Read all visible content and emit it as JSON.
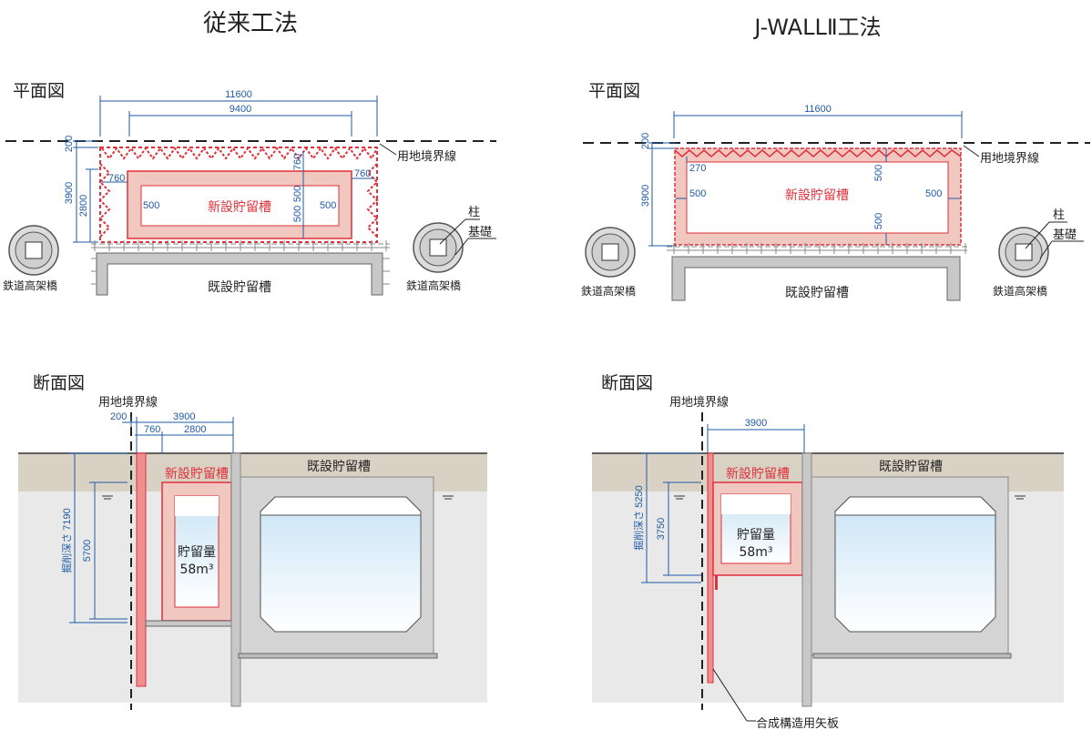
{
  "headings": {
    "left": "従来工法",
    "right": "J-WALLⅡ工法"
  },
  "plan_label": "平面図",
  "section_label": "断面図",
  "labels": {
    "boundary": "用地境界線",
    "new_tank": "新設貯留槽",
    "existing_tank": "既設貯留槽",
    "viaduct": "鉄道高架橋",
    "column": "柱",
    "foundation": "基礎",
    "storage": "貯留量",
    "volume": "58m³",
    "sheet_pile": "合成構造用矢板"
  },
  "left_plan_dims": {
    "w_total": "11600",
    "w_inner": "9400",
    "d200": "200",
    "d3900": "3900",
    "d2800": "2800",
    "d760a": "760",
    "d760b": "760",
    "d760c": "760",
    "d500a": "500",
    "d500b": "500",
    "d500c": "500",
    "d500d": "500"
  },
  "right_plan_dims": {
    "w_total": "11600",
    "d200": "200",
    "d3900": "3900",
    "d270": "270",
    "d500a": "500",
    "d500b": "500",
    "d500c": "500",
    "d500d": "500"
  },
  "left_section_dims": {
    "d200": "200",
    "d3900": "3900",
    "d760": "760",
    "d2800": "2800",
    "depth": "掘削深さ 7190",
    "d5700": "5700"
  },
  "right_section_dims": {
    "d3900": "3900",
    "depth": "掘削深さ 5250",
    "d3750": "3750"
  }
}
